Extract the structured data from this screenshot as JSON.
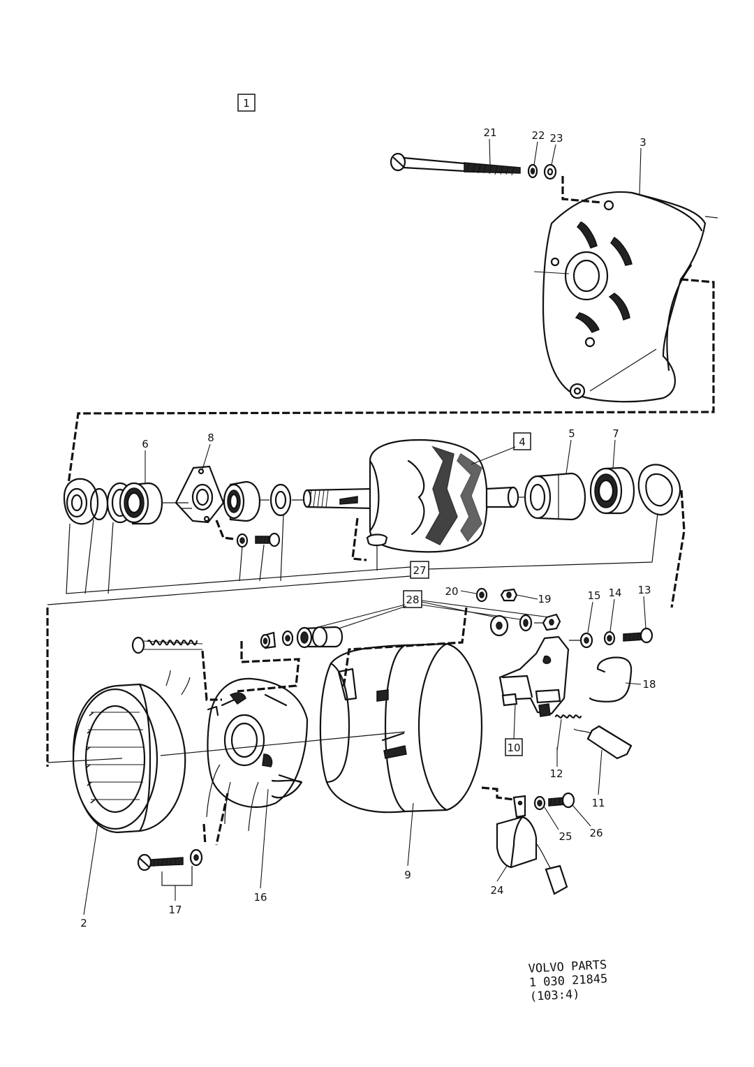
{
  "diagram": {
    "callouts": {
      "c1": "1",
      "c2": "2",
      "c3": "3",
      "c4": "4",
      "c5": "5",
      "c6": "6",
      "c7": "7",
      "c8": "8",
      "c9": "9",
      "c10": "10",
      "c11": "11",
      "c12": "12",
      "c13": "13",
      "c14": "14",
      "c15": "15",
      "c16": "16",
      "c17": "17",
      "c18": "18",
      "c19": "19",
      "c20": "20",
      "c21": "21",
      "c22": "22",
      "c23": "23",
      "c24": "24",
      "c25": "25",
      "c26": "26",
      "c27": "27",
      "c28": "28"
    },
    "footer": {
      "line1": "VOLVO  PARTS",
      "line2": "1 030   21845",
      "line3": "(103:4)"
    }
  }
}
